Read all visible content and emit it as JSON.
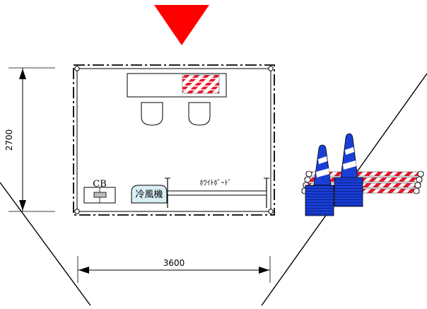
{
  "dimensions": {
    "height_label": "2700",
    "width_label": "3600"
  },
  "equipment": {
    "breaker_label": "CB",
    "air_conditioner_label": "冷風機",
    "whiteboard_label": "ﾎﾜｲﾄﾎﾞｰﾄﾞ"
  },
  "colors": {
    "entrance_marker": "#ff0000",
    "cone_blue": "#1a3fd6",
    "bar_red": "#e8182c",
    "ac_fill": "#d9eef5",
    "line": "#000000"
  }
}
